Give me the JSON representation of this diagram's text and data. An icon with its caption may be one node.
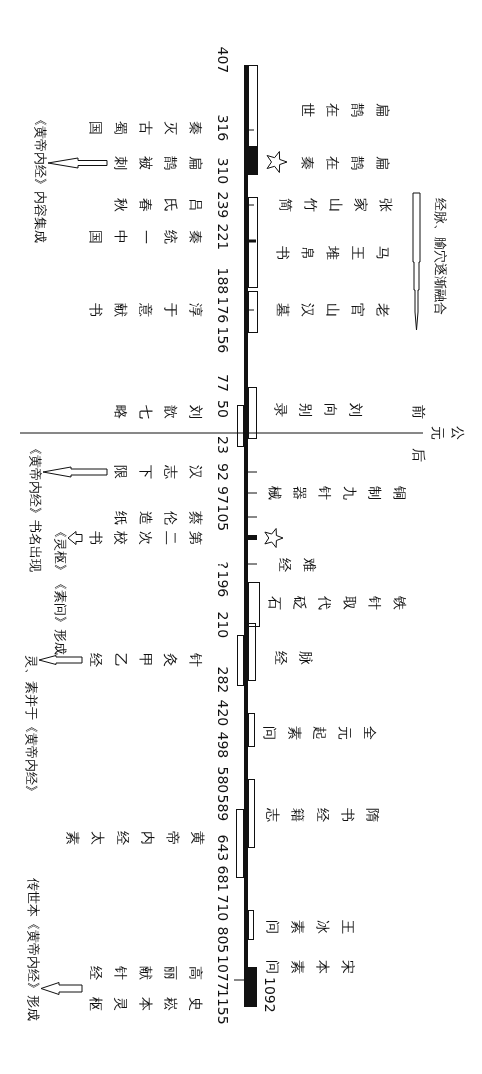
{
  "diagram": {
    "nodes": [
      {
        "text": [
          "扁鹊被刺"
        ]
      },
      {
        "text": [
          "《黄帝内经》内容集成"
        ]
      },
      {
        "text": [
          "汉志下限"
        ]
      },
      {
        "text": [
          "《黄帝内经》书名出现"
        ]
      },
      {
        "text": [
          "第二次校书"
        ]
      },
      {
        "text": [
          "《灵枢》《素问》形成"
        ]
      },
      {
        "text": [
          "针灸甲乙经"
        ]
      },
      {
        "text": [
          "灵、素并于《黄帝内经》"
        ]
      },
      {
        "text": [
          "高丽献针经"
        ]
      },
      {
        "text": [
          "史崧本灵枢"
        ]
      },
      {
        "text": [
          "传世本《黄帝内经》形成"
        ]
      }
    ],
    "edges": [
      {
        "from": 0,
        "to": 1,
        "arrow": "to"
      },
      {
        "from": 2,
        "to": 3,
        "arrow": "to"
      },
      {
        "from": 4,
        "to": 5,
        "arrow": "to"
      },
      {
        "from": 6,
        "to": 7,
        "arrow": "to"
      },
      {
        "from": 8,
        "to": 10,
        "arrow": "to"
      },
      {
        "from": 9,
        "to": 10,
        "arrow": "to"
      }
    ],
    "labels": [
      "经脉、腧穴逐渐融合",
      "公元",
      "前",
      "后",
      "扁鹊在世",
      "扁鹊在秦",
      "张家山竹简",
      "马王堆帛书",
      "老官山汉墓",
      "刘向别录",
      "铜制九针器械",
      "难经",
      "铁针取代砭石",
      "脉经",
      "全元起素问",
      "隋书经籍志",
      "王冰素问",
      "宋本素问",
      "1092",
      "407",
      "316",
      "310",
      "239",
      "221",
      "188",
      "176",
      "156",
      "77",
      "50",
      "23",
      "92",
      "97",
      "105",
      "?",
      "196",
      "210",
      "282",
      "420",
      "498",
      "580",
      "589",
      "643",
      "681",
      "710",
      "805",
      "1077",
      "1155",
      "秦灭古蜀国",
      "吕氏春秋",
      "秦统一中国",
      "淳于意献书",
      "刘歆七略",
      "蔡伦造纸",
      "黄帝内经太素"
    ]
  }
}
